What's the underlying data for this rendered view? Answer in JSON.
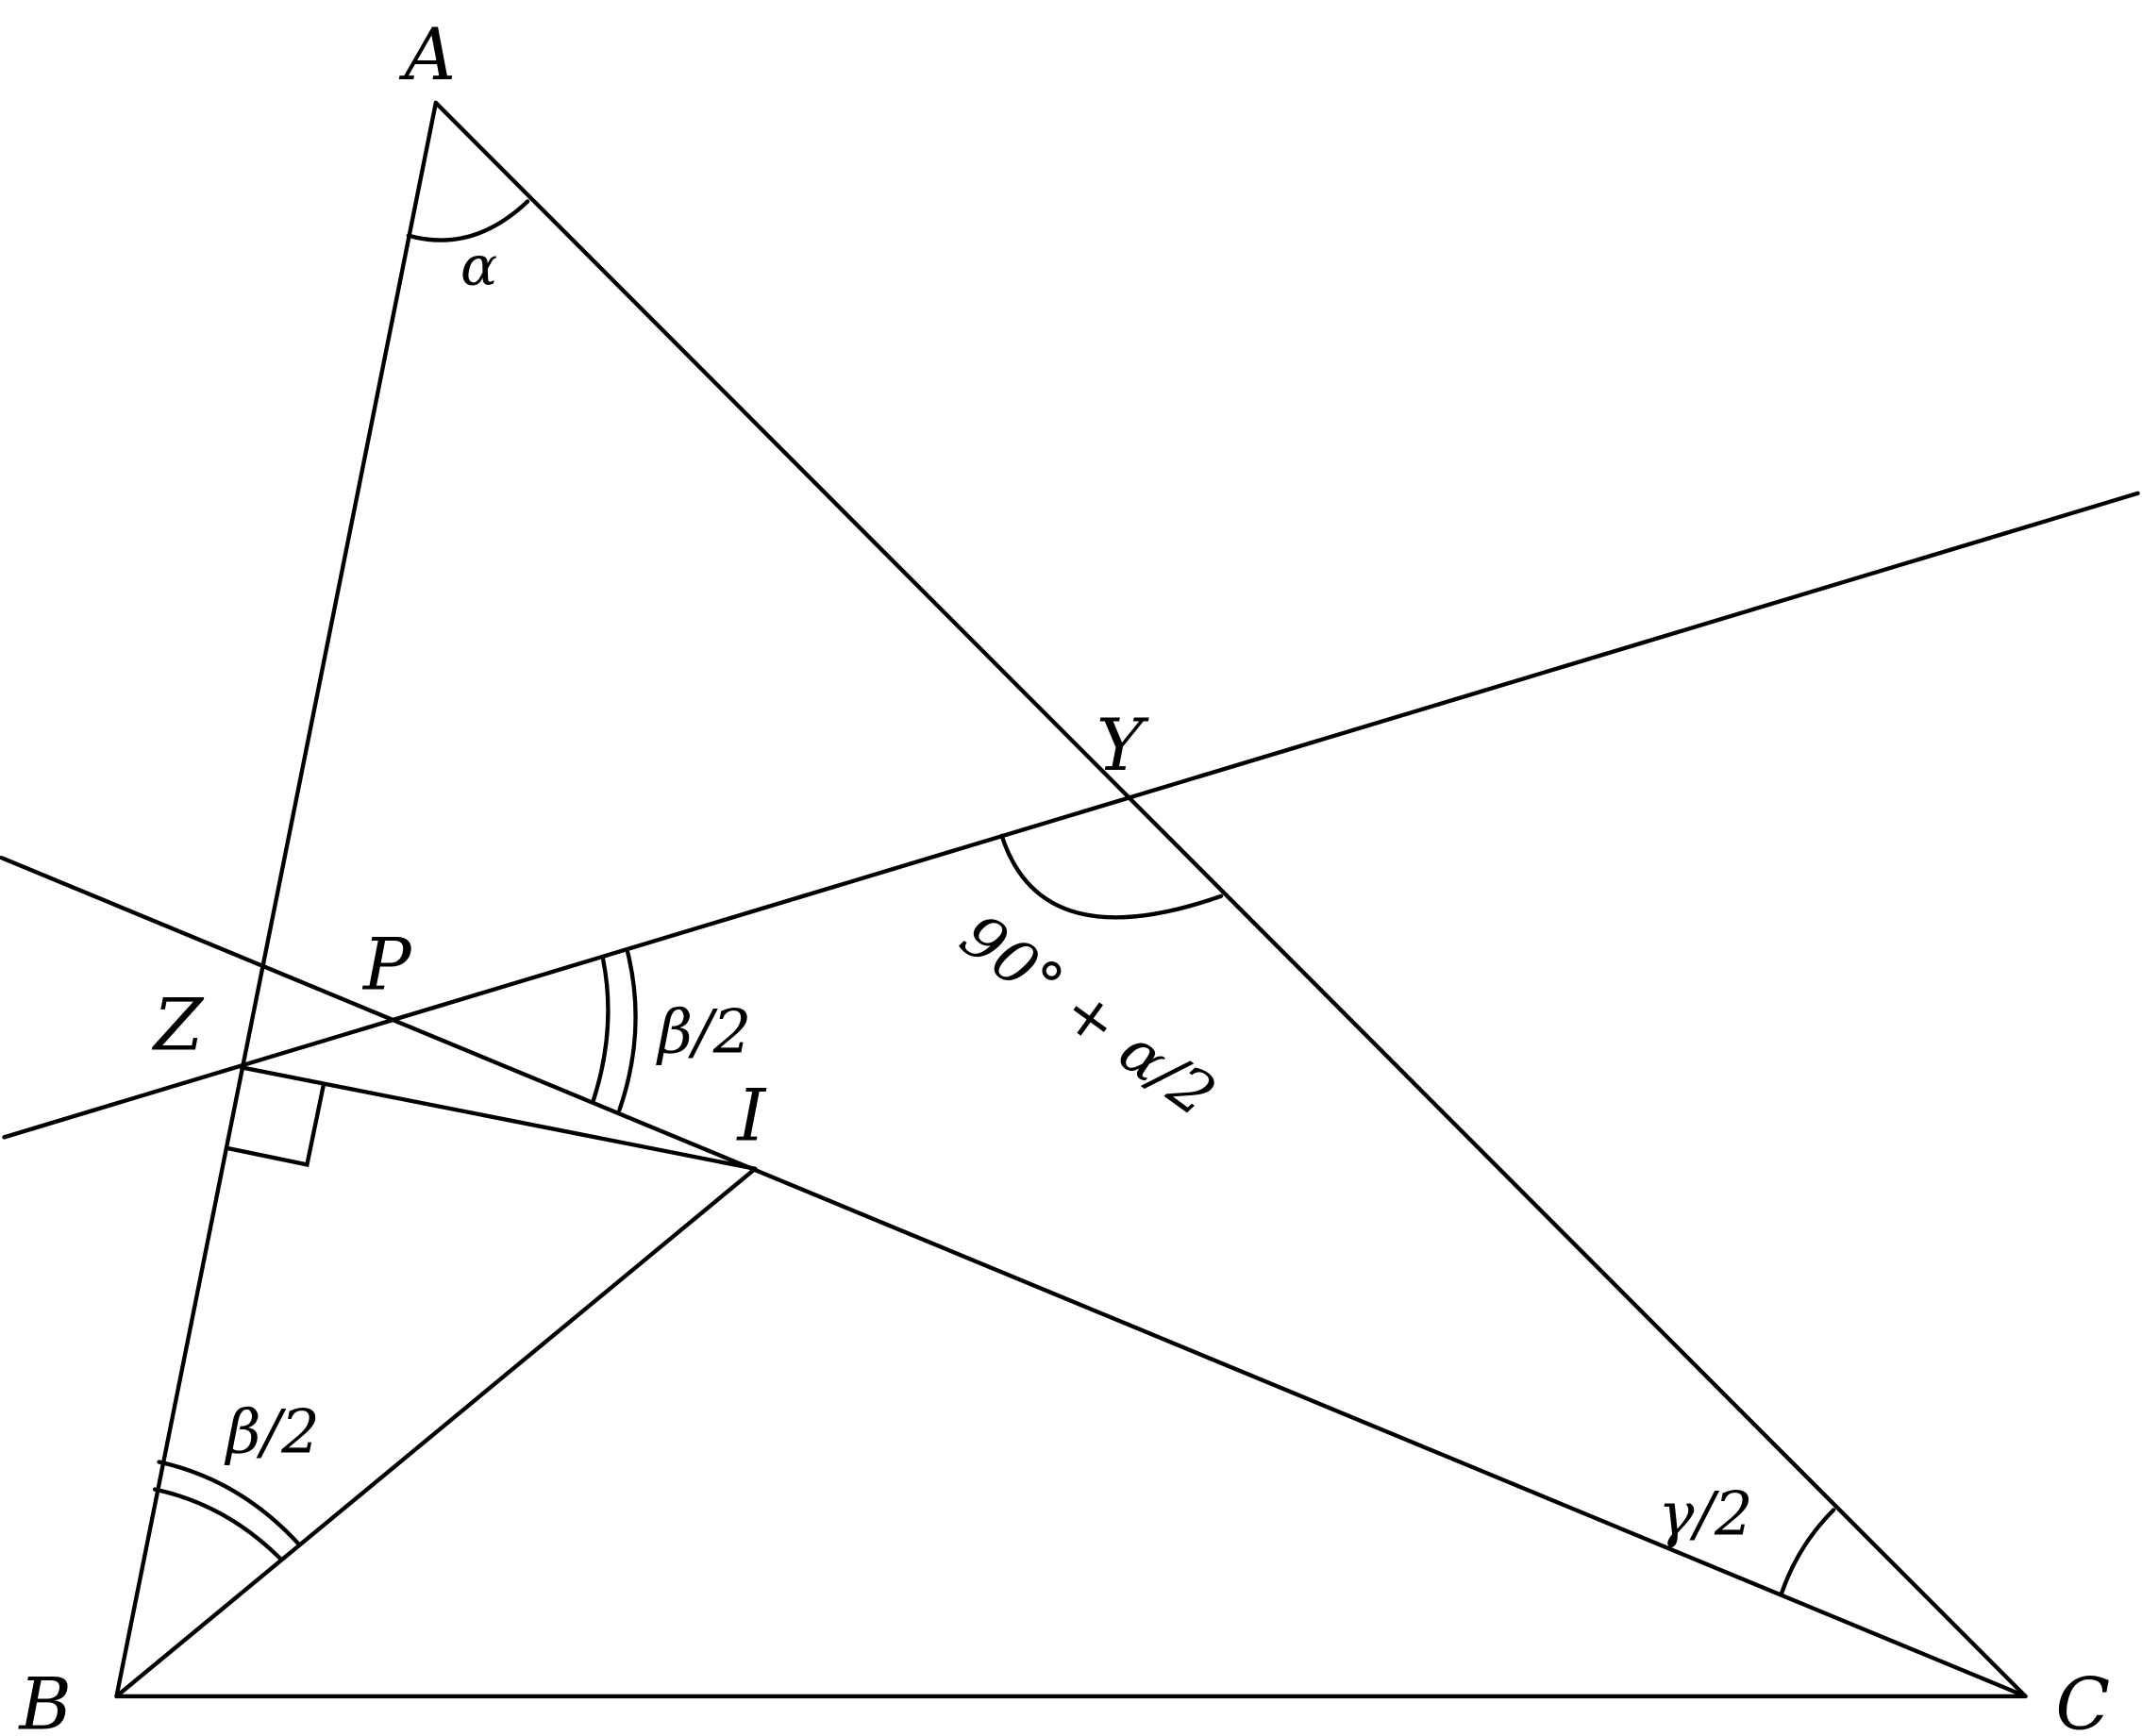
{
  "figure": {
    "points": {
      "A": "A",
      "B": "B",
      "C": "C",
      "Y": "Y",
      "Z": "Z",
      "I": "I",
      "P": "P"
    },
    "angles": {
      "alpha": "α",
      "beta_half_at_I": "β/2",
      "beta_half_at_B": "β/2",
      "gamma_half": "γ/2",
      "angle_at_Y": "90° + α/2"
    },
    "colors": {
      "stroke": "#000000",
      "background": "#ffffff"
    }
  }
}
